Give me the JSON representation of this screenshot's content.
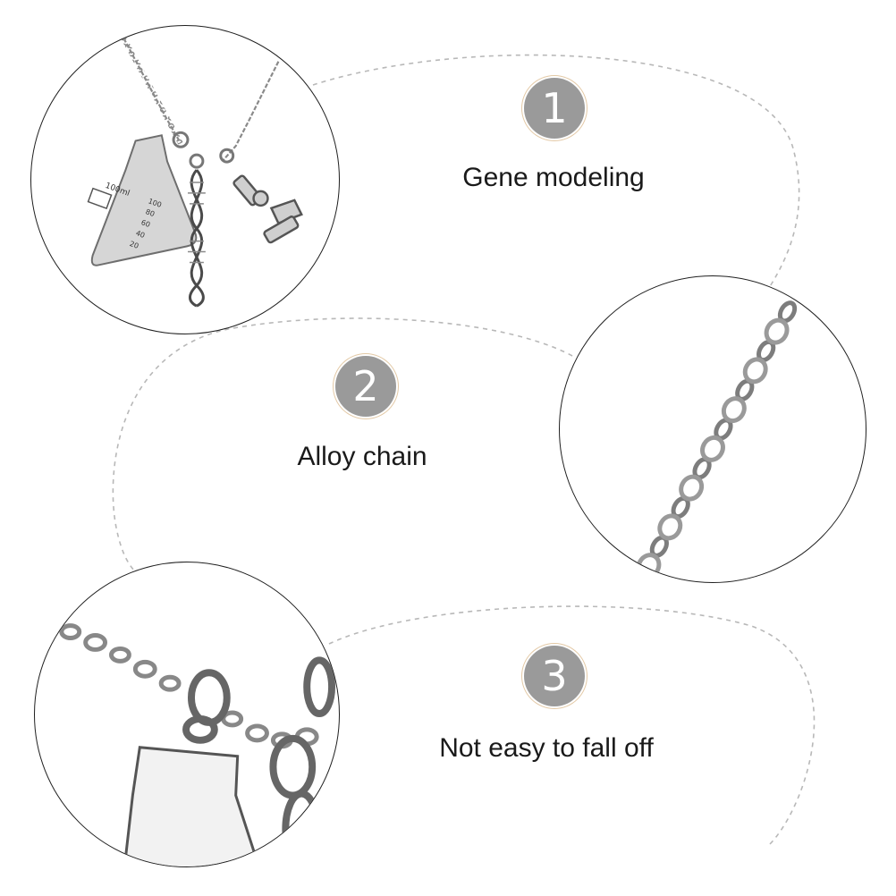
{
  "features": [
    {
      "number": "1",
      "label": "Gene modeling"
    },
    {
      "number": "2",
      "label": "Alloy chain"
    },
    {
      "number": "3",
      "label": "Not easy to fall off"
    }
  ],
  "beaker": {
    "volume_label": "100ml",
    "marks": [
      "100",
      "80",
      "60",
      "40",
      "20"
    ]
  },
  "colors": {
    "badge": "#9a9a9a",
    "dashed": "#b8b8b8",
    "circle_border": "#1f1f1f",
    "metal": "#8d8d8d"
  }
}
